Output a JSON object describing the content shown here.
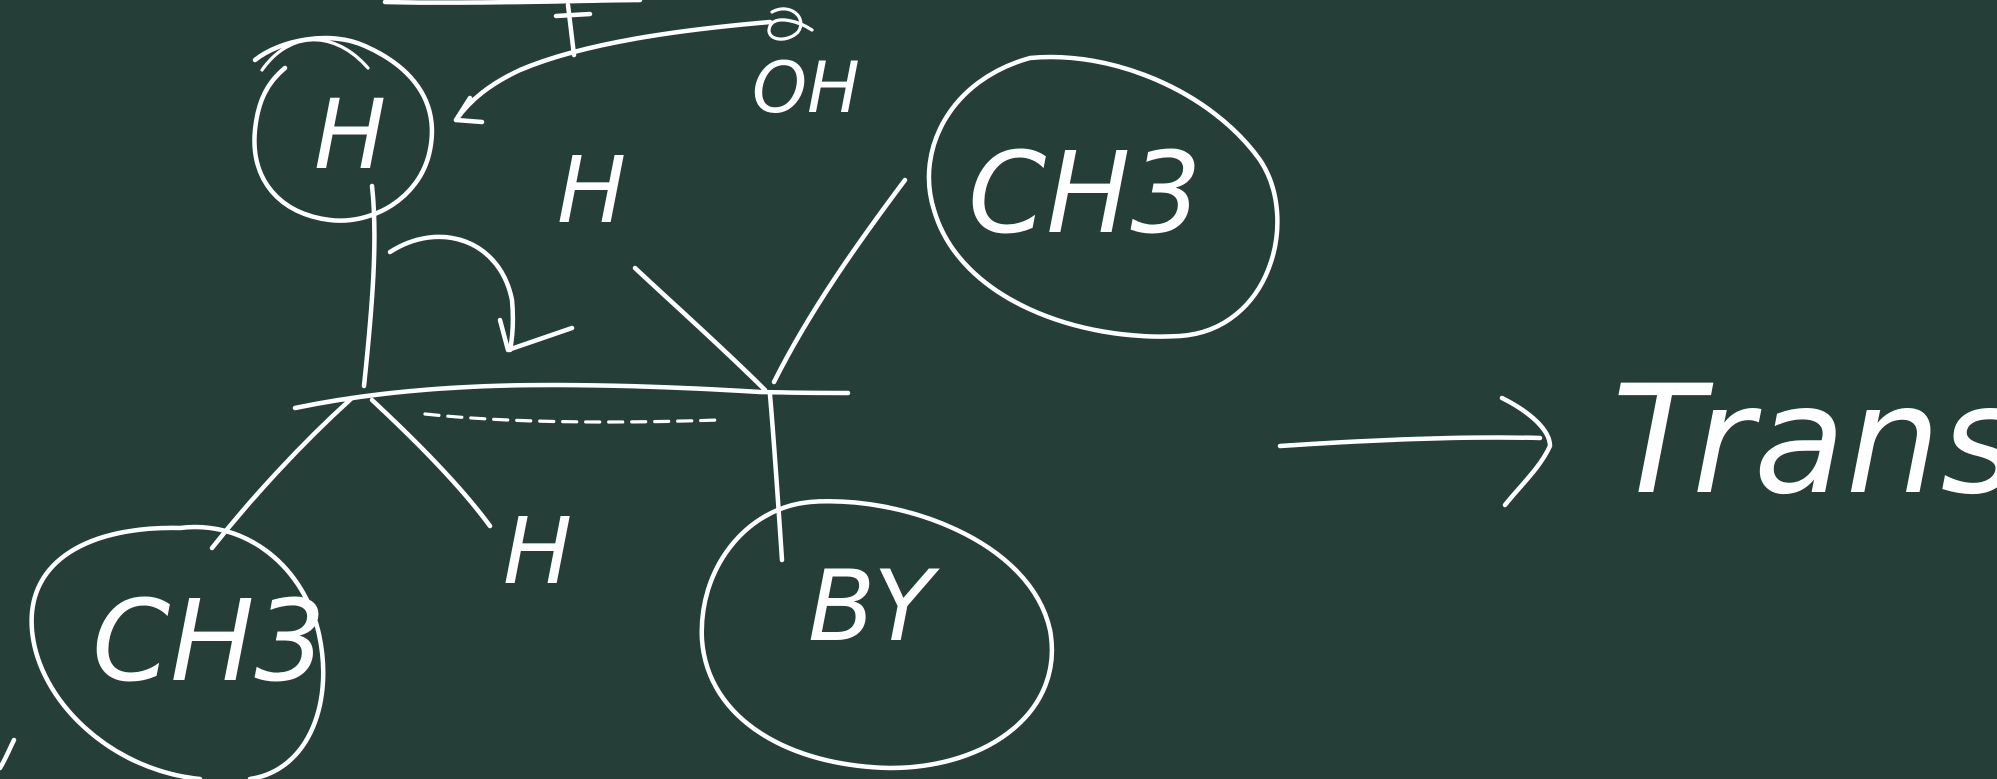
{
  "board": {
    "background": "#253f38",
    "ink": "#ffffff"
  },
  "labels": {
    "h_circled_top": "H",
    "oh_top_right": "OH",
    "h_back_right": "H",
    "ch3_top_right": "CH3",
    "h_front_left": "H",
    "ch3_bottom_left": "CH3",
    "br_bottom": "BY",
    "result": "Trans"
  }
}
